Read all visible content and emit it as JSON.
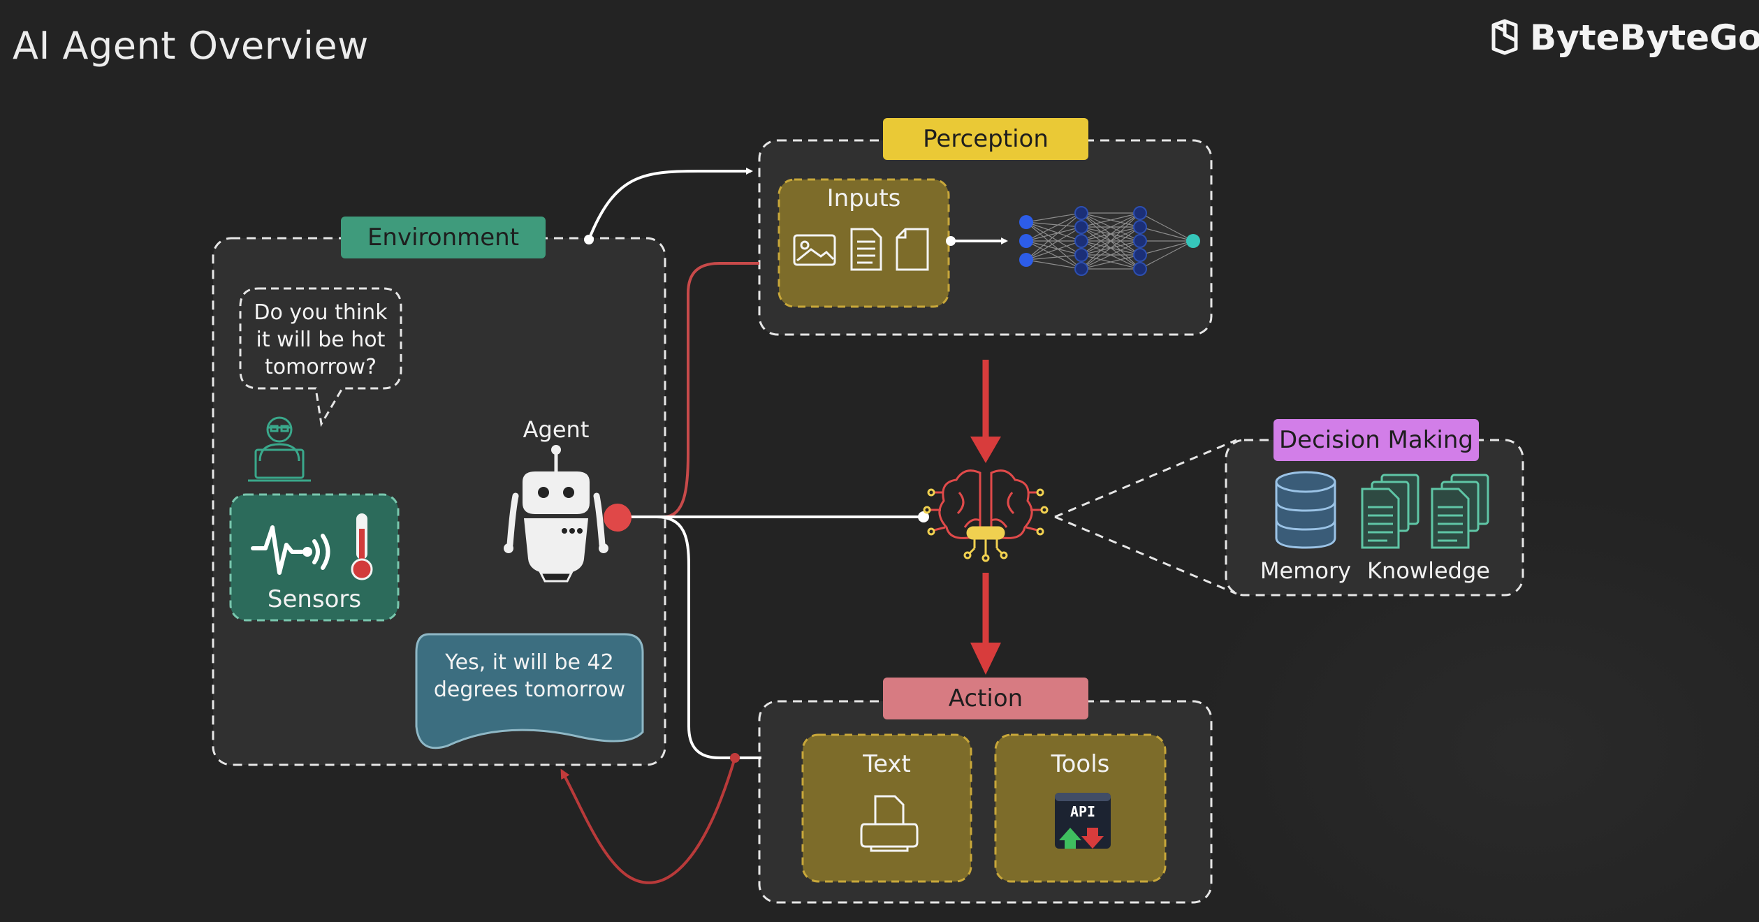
{
  "header": {
    "title": "AI Agent Overview",
    "brand": "ByteByteGo"
  },
  "environment": {
    "tag": "Environment",
    "question": "Do you think it will be hot tomorrow?",
    "sensors_label": "Sensors",
    "agent_label": "Agent",
    "answer": "Yes, it will be 42 degrees tomorrow"
  },
  "perception": {
    "tag": "Perception",
    "inputs_label": "Inputs"
  },
  "decision": {
    "tag": "Decision Making",
    "memory_label": "Memory",
    "knowledge_label": "Knowledge"
  },
  "action": {
    "tag": "Action",
    "text_label": "Text",
    "tools_label": "Tools",
    "api_label": "API"
  },
  "colors": {
    "background": "#232323",
    "environment_tag": "#3f9b7c",
    "perception_tag": "#eac936",
    "decision_tag": "#d27ee8",
    "action_tag": "#d77b82",
    "box_olive": "#7d6c2a",
    "sensor_box": "#2c6b5b",
    "answer_bubble": "#3c6e80",
    "red_arrow": "#d83c3c",
    "neural_blue": "#2d5de8",
    "neural_cyan": "#36c7bb"
  }
}
